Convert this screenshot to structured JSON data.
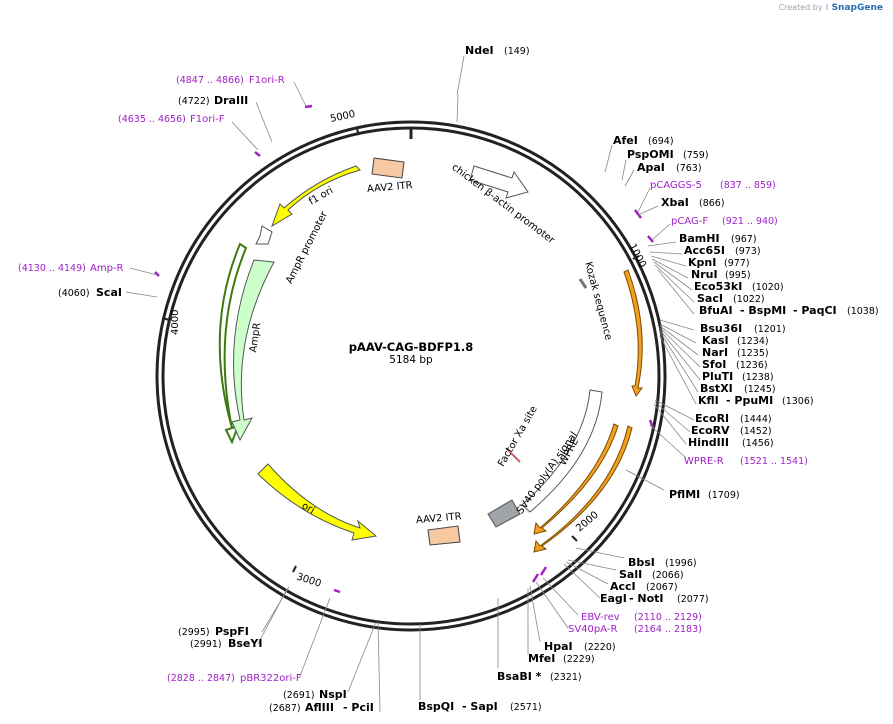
{
  "credit": {
    "prefix": "Created by",
    "brand": "SnapGene"
  },
  "plasmid": {
    "name": "pAAV-CAG-BDFP1.8",
    "size": "5184 bp"
  },
  "ticks": [
    "1000",
    "2000",
    "3000",
    "4000",
    "5000"
  ],
  "sites": [
    {
      "name": "NdeI",
      "pos": "(149)"
    },
    {
      "name": "AfeI",
      "pos": "(694)"
    },
    {
      "name": "PspOMI",
      "pos": "(759)"
    },
    {
      "name": "ApaI",
      "pos": "(763)"
    },
    {
      "name": "XbaI",
      "pos": "(866)"
    },
    {
      "name": "BamHI",
      "pos": "(967)"
    },
    {
      "name": "Acc65I",
      "pos": "(973)"
    },
    {
      "name": "KpnI",
      "pos": "(977)"
    },
    {
      "name": "NruI",
      "pos": "(995)"
    },
    {
      "name": "Eco53kI",
      "pos": "(1020)"
    },
    {
      "name": "SacI",
      "pos": "(1022)"
    },
    {
      "name": "BfuAI",
      "name2": "- BspMI",
      "name3": "- PaqCI",
      "pos": "(1038)"
    },
    {
      "name": "Bsu36I",
      "pos": "(1201)"
    },
    {
      "name": "KasI",
      "pos": "(1234)"
    },
    {
      "name": "NarI",
      "pos": "(1235)"
    },
    {
      "name": "SfoI",
      "pos": "(1236)"
    },
    {
      "name": "PluTI",
      "pos": "(1238)"
    },
    {
      "name": "BstXI",
      "pos": "(1245)"
    },
    {
      "name": "KflI",
      "name2": "- PpuMI",
      "pos": "(1306)"
    },
    {
      "name": "EcoRI",
      "pos": "(1444)"
    },
    {
      "name": "EcoRV",
      "pos": "(1452)"
    },
    {
      "name": "HindIII",
      "pos": "(1456)"
    },
    {
      "name": "PflMI",
      "pos": "(1709)"
    },
    {
      "name": "BbsI",
      "pos": "(1996)"
    },
    {
      "name": "SalI",
      "pos": "(2066)"
    },
    {
      "name": "AccI",
      "pos": "(2067)"
    },
    {
      "name": "EagI",
      "name2": "- NotI",
      "pos": "(2077)"
    },
    {
      "name": "HpaI",
      "pos": "(2220)"
    },
    {
      "name": "MfeI",
      "pos": "(2229)"
    },
    {
      "name": "BsaBI *",
      "pos": "(2321)"
    },
    {
      "name": "BspQI",
      "name2": "- SapI",
      "pos": "(2571)"
    },
    {
      "name": "NspI",
      "pos": "(2691)"
    },
    {
      "name": "AflIII",
      "name2": "- PciI",
      "pos": "(2687)"
    },
    {
      "name": "PspFI",
      "pos": "(2995)"
    },
    {
      "name": "BseYI",
      "pos": "(2991)"
    },
    {
      "name": "ScaI",
      "pos": "(4060)"
    },
    {
      "name": "DraIII",
      "pos": "(4722)"
    }
  ],
  "primers": [
    {
      "name": "pCAGGS-5",
      "pos": "(837 .. 859)"
    },
    {
      "name": "pCAG-F",
      "pos": "(921 .. 940)"
    },
    {
      "name": "WPRE-R",
      "pos": "(1521 .. 1541)"
    },
    {
      "name": "EBV-rev",
      "pos": "(2110 .. 2129)"
    },
    {
      "name": "SV40pA-R",
      "pos": "(2164 .. 2183)"
    },
    {
      "name": "pBR322ori-F",
      "pos": "(2828 .. 2847)"
    },
    {
      "name": "Amp-R",
      "pos": "(4130 .. 4149)"
    },
    {
      "name": "F1ori-F",
      "pos": "(4635 .. 4656)"
    },
    {
      "name": "F1ori-R",
      "pos": "(4847 .. 4866)"
    }
  ],
  "features": {
    "itr_top": "AAV2 ITR",
    "chicken": "chicken β-actin promoter",
    "kozak": "Kozak sequence",
    "wpre": "WPRE",
    "sv40": "SV40 poly(A) signal",
    "factor_xa": "Factor Xa site",
    "itr_bottom": "AAV2 ITR",
    "ori": "ori",
    "ampr": "AmpR",
    "ampr_promoter": "AmpR promoter",
    "f1ori": "f1 ori"
  },
  "colors": {
    "backbone": "#222222",
    "primer": "#a020c8",
    "itr": "#f7c9a3",
    "ori": "#ffff00",
    "ampr": "#ccffcc",
    "cds": "#f2a020",
    "polya": "#a0a4aa"
  }
}
